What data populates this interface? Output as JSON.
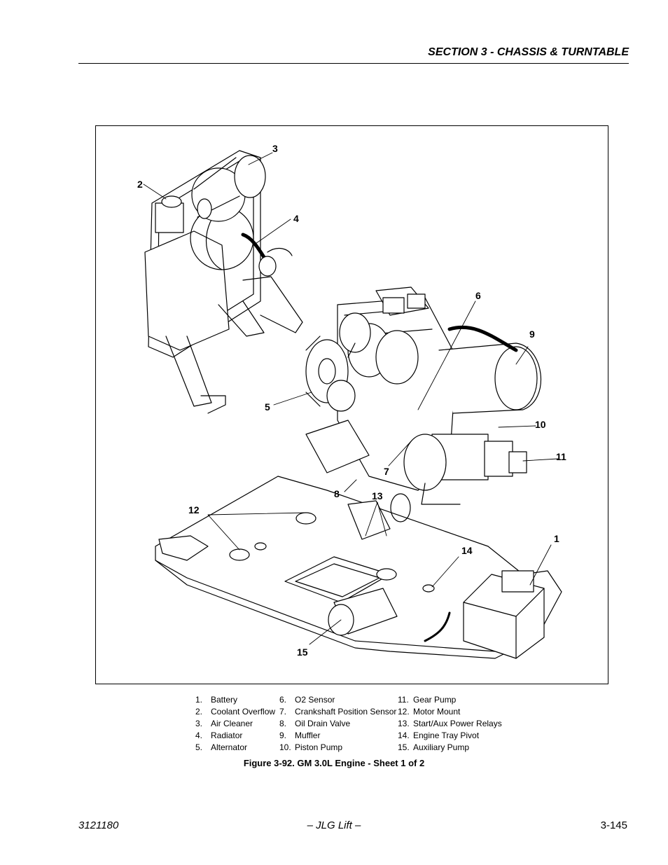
{
  "header": {
    "section_title": "SECTION 3 - CHASSIS & TURNTABLE"
  },
  "figure": {
    "callouts": [
      "1",
      "2",
      "3",
      "4",
      "5",
      "6",
      "7",
      "8",
      "9",
      "10",
      "11",
      "12",
      "13",
      "14",
      "15"
    ]
  },
  "legend": {
    "col1": [
      {
        "num": "1.",
        "label": "Battery"
      },
      {
        "num": "2.",
        "label": "Coolant Overflow"
      },
      {
        "num": "3.",
        "label": "Air Cleaner"
      },
      {
        "num": "4.",
        "label": "Radiator"
      },
      {
        "num": "5.",
        "label": "Alternator"
      }
    ],
    "col2": [
      {
        "num": "6.",
        "label": "O2 Sensor"
      },
      {
        "num": "7.",
        "label": "Crankshaft Position Sensor"
      },
      {
        "num": "8.",
        "label": "Oil Drain Valve"
      },
      {
        "num": "9.",
        "label": "Muffler"
      },
      {
        "num": "10.",
        "label": "Piston Pump"
      }
    ],
    "col3": [
      {
        "num": "11.",
        "label": "Gear Pump"
      },
      {
        "num": "12.",
        "label": "Motor Mount"
      },
      {
        "num": "13.",
        "label": "Start/Aux Power Relays"
      },
      {
        "num": "14.",
        "label": "Engine Tray Pivot"
      },
      {
        "num": "15.",
        "label": "Auxiliary Pump"
      }
    ]
  },
  "caption": "Figure 3-92.  GM 3.0L Engine - Sheet 1 of 2",
  "footer": {
    "doc_number": "3121180",
    "center": "– JLG Lift –",
    "page_number": "3-145"
  }
}
